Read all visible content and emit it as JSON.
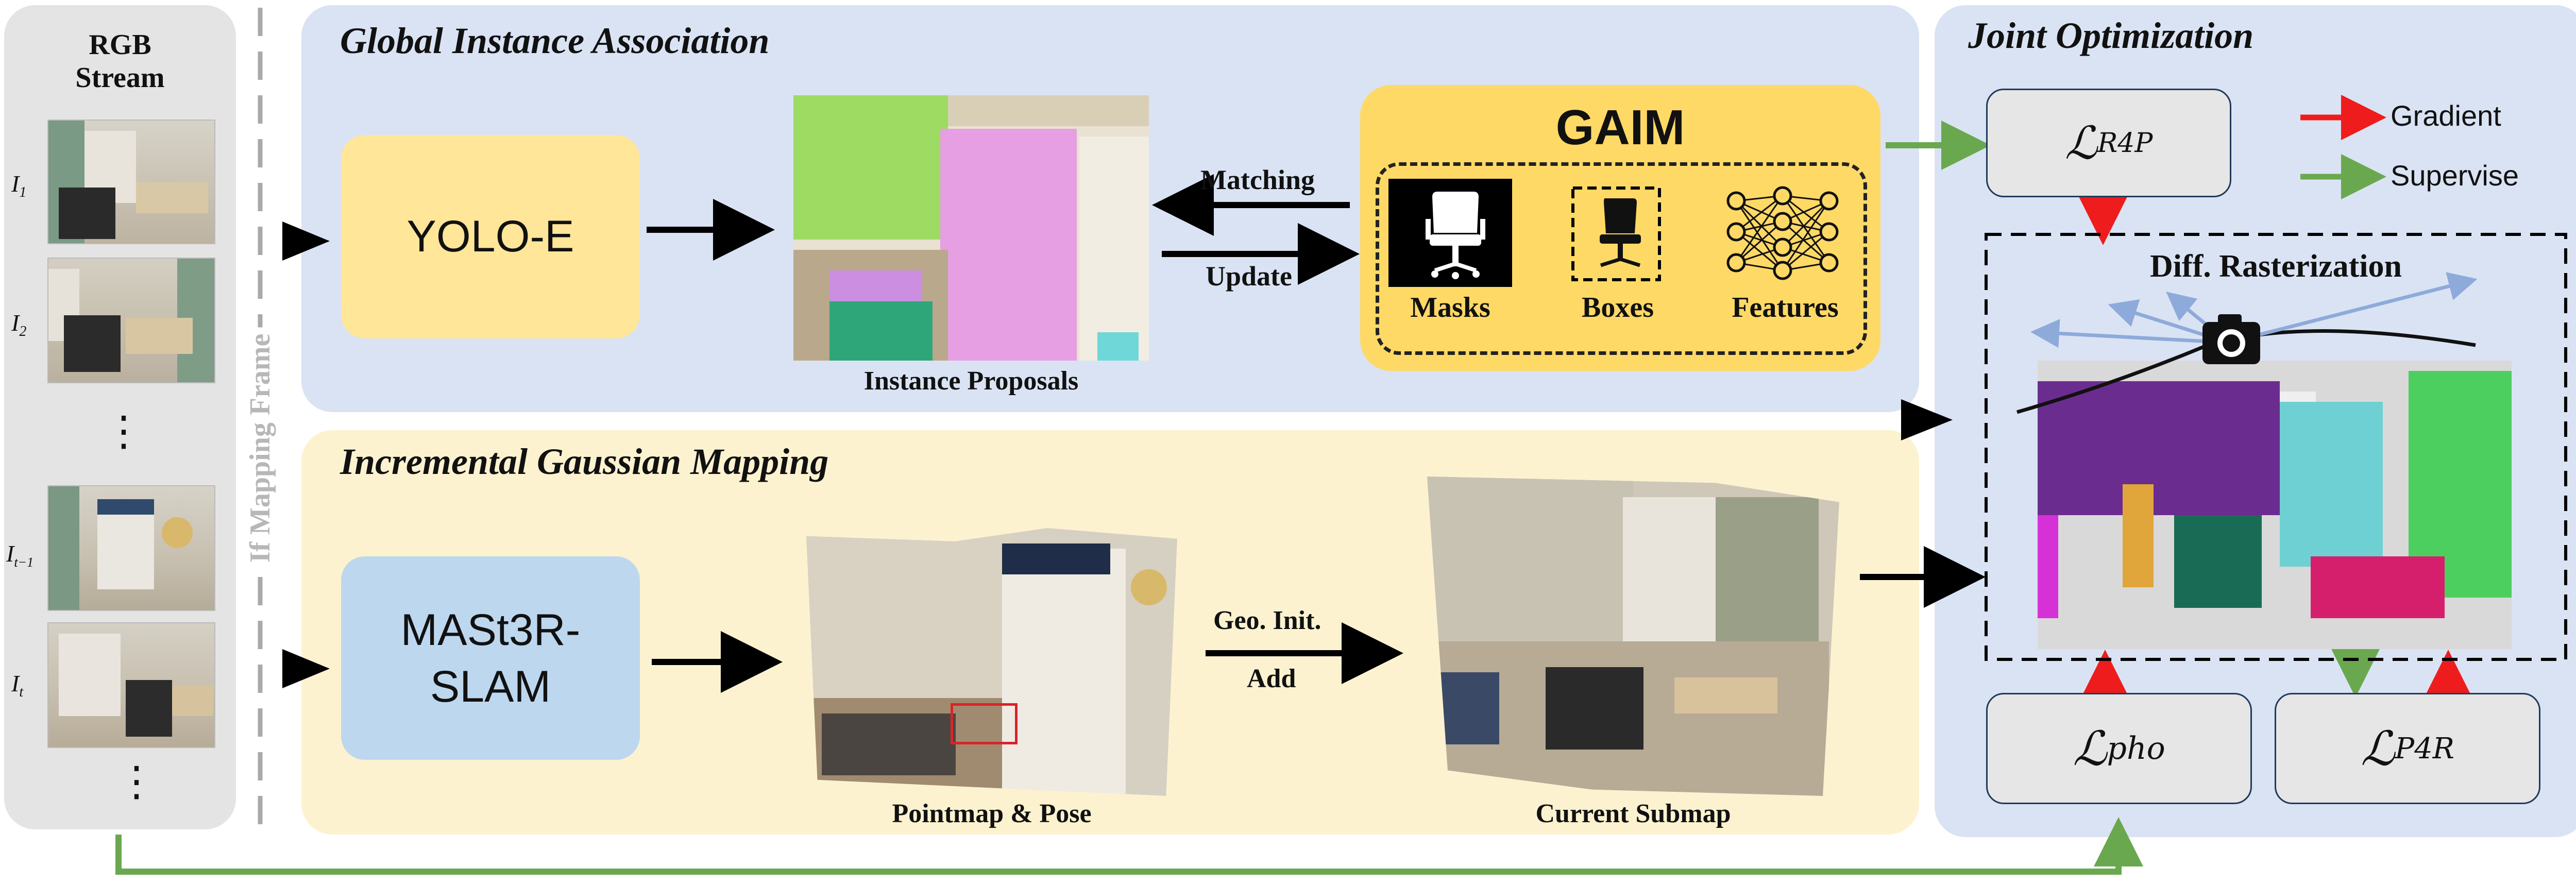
{
  "rgb_stream": {
    "title_line1": "RGB",
    "title_line2": "Stream",
    "frames": [
      {
        "base": "I",
        "sub": "1"
      },
      {
        "base": "I",
        "sub": "2"
      },
      {
        "base": "I",
        "sub": "t−1"
      },
      {
        "base": "I",
        "sub": "t"
      }
    ],
    "ellipsis": "⋮"
  },
  "mapping_frame_label": "If Mapping Frame",
  "global_association": {
    "title": "Global Instance Association",
    "detector_label": "YOLO-E",
    "proposals_caption": "Instance Proposals",
    "matching_label": "Matching",
    "update_label": "Update",
    "gaim": {
      "title": "GAIM",
      "items": [
        "Masks",
        "Boxes",
        "Features"
      ]
    }
  },
  "incremental_mapping": {
    "title": "Incremental Gaussian Mapping",
    "slam_label_line1": "MASt3R-",
    "slam_label_line2": "SLAM",
    "pointmap_caption": "Pointmap & Pose",
    "geo_init_label": "Geo. Init.",
    "add_label": "Add",
    "submap_caption": "Current Submap"
  },
  "joint_optimization": {
    "title": "Joint Optimization",
    "legend": {
      "gradient": {
        "label": "Gradient",
        "color": "#ee1c1c"
      },
      "supervise": {
        "label": "Supervise",
        "color": "#6aa84f"
      }
    },
    "rasterization_label": "Diff. Rasterization",
    "losses": {
      "r4p": {
        "symbol": "ℒ",
        "sub": "R4P"
      },
      "pho": {
        "symbol": "ℒ",
        "sub": "pho"
      },
      "p4r": {
        "symbol": "ℒ",
        "sub": "P4R"
      }
    }
  },
  "colors": {
    "blue_panel": "#dae3f3",
    "yellow_panel": "#fdf2d0",
    "gray_panel": "#e4e4e4",
    "yolo_box": "#ffe699",
    "slam_box": "#bdd7ee",
    "gaim_box": "#ffd966",
    "arrow_black": "#000000",
    "arrow_green": "#6aa84f",
    "arrow_red": "#ee1c1c"
  }
}
